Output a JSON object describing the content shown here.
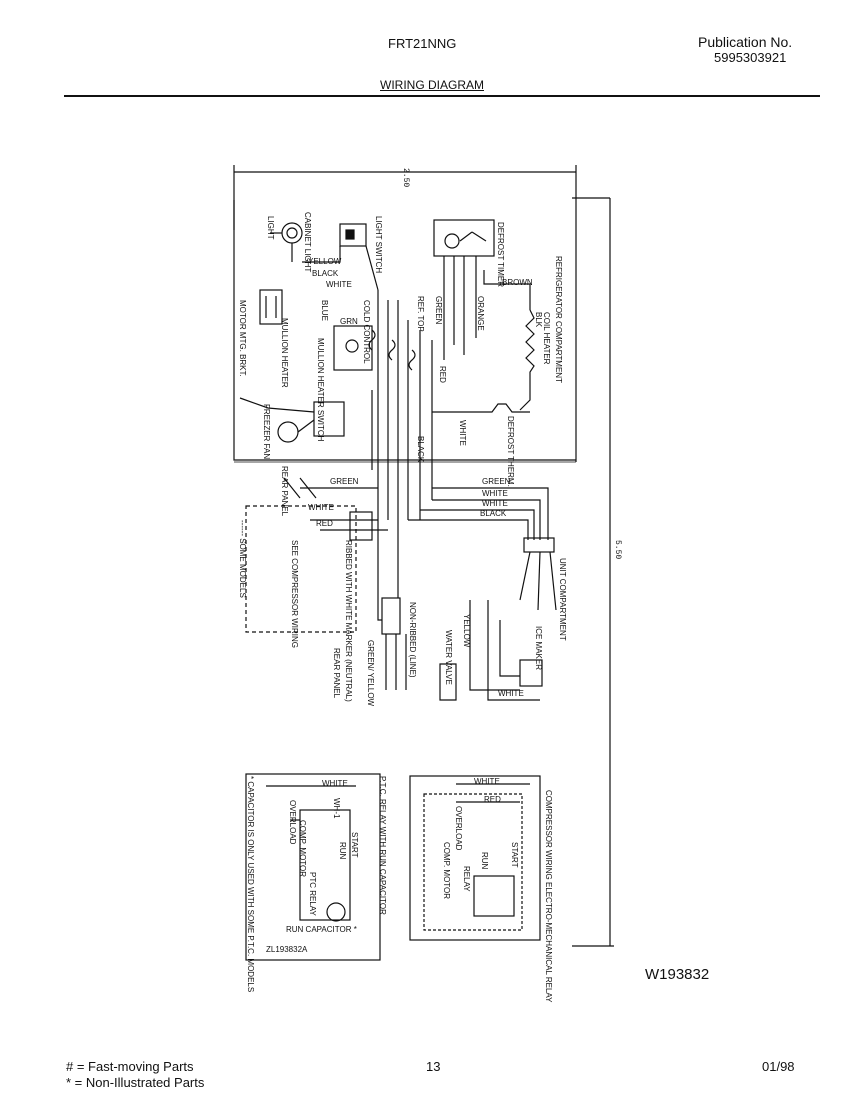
{
  "header": {
    "model": "FRT21NNG",
    "publication_label": "Publication No.",
    "publication_number": "5995303921",
    "title": "WIRING DIAGRAM"
  },
  "diagram": {
    "dimensions": {
      "width": "2.50",
      "height": "5.50"
    },
    "labels": {
      "light": "LIGHT",
      "cabinet_light": "CABINET LIGHT",
      "light_switch": "LIGHT SWITCH",
      "defrost_timer": "DEFROST TIMER",
      "refrigerator_compartment": "REFRIGERATOR COMPARTMENT",
      "yellow": "YELLOW",
      "black": "BLACK",
      "white": "WHITE",
      "brown": "BROWN",
      "blk": "BLK",
      "coil_heater": "COIL HEATER",
      "ref_top": "REF. TOP",
      "cold_control": "COLD CONTROL",
      "green": "GREEN",
      "orange": "ORANGE",
      "red": "RED",
      "blue": "BLUE",
      "grn": "GRN",
      "mullion_heater": "MULLION HEATER",
      "mullion_heater_switch": "MULLION HEATER SWITCH",
      "motor_mtg_brkt": "MOTOR MTG. BRKT.",
      "freezer_fan": "FREEZER FAN",
      "defrost_therm": "DEFROST THERM.",
      "rear_panel": "REAR PANEL",
      "see_compressor_wiring": "SEE COMPRESSOR WIRING",
      "some_models": "------ SOME MODELS",
      "ribbed_with_white_marker": "RIBBED WITH WHITE MARKER (NEUTRAL)",
      "non_ribbed_line": "NON-RIBBED (LINE)",
      "green_yellow": "GREEN/ YELLOW",
      "unit_compartment": "UNIT COMPARTMENT",
      "ice_maker": "ICE MAKER",
      "water_valve": "WATER VALVE"
    },
    "ptc_box": {
      "title": "P.T.C. RELAY WITH RUN CAPACITOR",
      "white": "WHITE",
      "wire_code": "WH-1",
      "overload": "OVERLOAD",
      "comp_motor": "COMP. MOTOR",
      "start": "START",
      "run": "RUN",
      "ptc_relay": "PTC RELAY",
      "run_capacitor": "RUN CAPACITOR *",
      "ref_code": "ZL193832A",
      "note": "* CAPACITOR IS ONLY USED WITH SOME P.T.C. MODELS"
    },
    "em_box": {
      "title": "COMPRESSOR WIRING ELECTRO-MECHANICAL RELAY",
      "white": "WHITE",
      "red": "RED",
      "overload": "OVERLOAD",
      "comp_motor": "COMP. MOTOR",
      "start": "START",
      "run": "RUN",
      "relay": "RELAY"
    }
  },
  "drawing_id": "W193832",
  "footer": {
    "legend_fast": "# = Fast-moving Parts",
    "legend_non_illustrated": "* = Non-Illustrated Parts",
    "page_number": "13",
    "date": "01/98"
  }
}
